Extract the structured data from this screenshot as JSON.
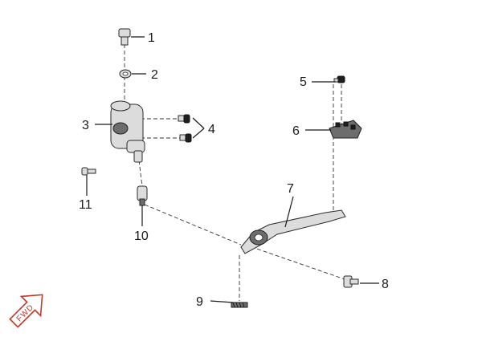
{
  "diagram": {
    "callouts": [
      {
        "id": "1",
        "label": "1"
      },
      {
        "id": "2",
        "label": "2"
      },
      {
        "id": "3",
        "label": "3"
      },
      {
        "id": "4",
        "label": "4"
      },
      {
        "id": "5",
        "label": "5"
      },
      {
        "id": "6",
        "label": "6"
      },
      {
        "id": "7",
        "label": "7"
      },
      {
        "id": "8",
        "label": "8"
      },
      {
        "id": "9",
        "label": "9"
      },
      {
        "id": "10",
        "label": "10"
      },
      {
        "id": "11",
        "label": "11"
      }
    ],
    "fwd_badge": {
      "text": "FWD",
      "color": "#c0392b"
    }
  }
}
